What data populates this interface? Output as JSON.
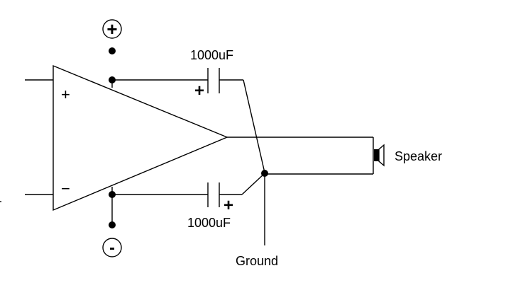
{
  "labels": {
    "cap_top": "1000uF",
    "cap_bottom": "1000uF",
    "speaker": "Speaker",
    "ground": "Ground",
    "cap_top_polarity": "+",
    "cap_bottom_polarity": "+",
    "opamp_noninverting": "+",
    "opamp_inverting": "−",
    "supply_positive": "+",
    "supply_negative": "-"
  }
}
